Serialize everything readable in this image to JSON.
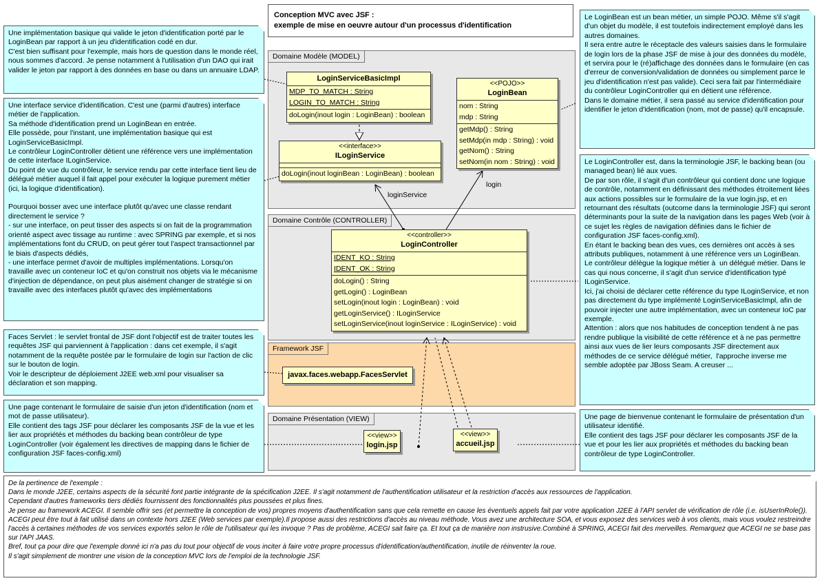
{
  "title": {
    "line1": "Conception MVC avec JSF :",
    "line2": "exemple de mise en oeuvre autour d'un processus d'identification"
  },
  "packages": {
    "model": "Domaine Modèle (MODEL)",
    "controller": "Domaine Contrôle (CONTROLLER)",
    "framework": "Framework JSF",
    "view": "Domaine Présentation (VIEW)"
  },
  "classes": {
    "login_service_impl": {
      "name": "LoginServiceBasicImpl",
      "attrs": [
        "MDP_TO_MATCH : String",
        "LOGIN_TO_MATCH : String"
      ],
      "ops": [
        "doLogin(inout login : LoginBean) : boolean"
      ]
    },
    "ilogin_service": {
      "stereotype": "<<interface>>",
      "name": "ILoginService",
      "ops": [
        "doLogin(inout loginBean : LoginBean) : boolean"
      ]
    },
    "login_bean": {
      "stereotype": "<<POJO>>",
      "name": "LoginBean",
      "attrs": [
        "nom : String",
        "mdp : String"
      ],
      "ops": [
        "getMdp() : String",
        "setMdp(in mdp : String) : void",
        "getNom() : String",
        "setNom(in nom : String) : void"
      ]
    },
    "login_controller": {
      "stereotype": "<<controller>>",
      "name": "LoginController",
      "attrs": [
        "IDENT_KO : String",
        "IDENT_OK : String"
      ],
      "ops": [
        "doLogin() : String",
        "getLogin() : LoginBean",
        "setLogin(inout login : LoginBean) : void",
        "getLoginService() : ILoginService",
        "setLoginService(inout loginService : ILoginService) : void"
      ]
    },
    "faces_servlet": {
      "name": "javax.faces.webapp.FacesServlet"
    },
    "login_jsp": {
      "stereotype": "<<view>>",
      "name": "login.jsp"
    },
    "accueil_jsp": {
      "stereotype": "<<view>>",
      "name": "accueil.jsp"
    }
  },
  "assoc_labels": {
    "login_service": "loginService",
    "login": "login"
  },
  "notes": {
    "impl": "Une implémentation basique qui valide le jeton d'identification porté par le LoginBean par rapport à un jeu d'identification codé en dur.\nC'est bien suffisant pour l'exemple, mais hors de question dans le monde réel, nous sommes d'accord. Je pense notamment à l'utilisation d'un DAO qui irait valider le jeton par rapport à des données en base ou dans un annuaire LDAP.",
    "interface": "Une interface service d'identification. C'est une (parmi d'autres) interface métier de l'application.\nSa méthode d'identification prend un LoginBean en entrée.\nElle possède, pour l'instant, une implémentation basique qui est LoginServiceBasicImpl.\nLe contrôleur LoginController détient une référence vers une implémentation de cette interface ILoginService.\nDu point de vue du contrôleur, le service rendu par cette interface tient lieu de délégué métier auquel il fait appel pour exécuter la logique purement métier (ici, la logique d'identification).\n\nPourquoi bosser avec une interface plutôt qu'avec une classe rendant directement le service ?\n- sur une interface, on peut tisser des aspects si on fait de la programmation orienté aspect avec tissage au runtime : avec SPRING par exemple, et si nos implémentations font du CRUD, on peut gérer tout l'aspect transactionnel par le biais d'aspects dédiés,\n- une interface permet d'avoir de multiples implémentations. Lorsqu'on travaille avec un conteneur IoC et qu'on construit nos objets via le mécanisme d'injection de dépendance, on peut plus aisément changer de stratégie si on travaille avec des interfaces plutôt qu'avec des implémentations",
    "servlet": "Faces Servlet : le servlet frontal de JSF dont l'objectif est de traiter toutes les requêtes JSF qui parviennent à l'application : dans cet exemple, il s'agit notamment de la requête postée par le formulaire de login sur l'action de clic sur le bouton de login.\nVoir le descripteur de déploiement J2EE web.xml pour visualiser sa déclaration et son mapping.",
    "login_page": "Une page contenant le formulaire de saisie d'un jeton d'identification (nom et mot de passe utilisateur).\nElle contient des tags JSF pour déclarer les composants JSF de la vue et les lier aux propriétés et méthodes du backing bean contrôleur de type LoginController (voir également les directives de mapping dans le fichier de configuration JSF faces-config.xml)",
    "bean": "Le LoginBean est un bean métier, un simple POJO. Même s'il s'agit d'un objet du modèle, il est toutefois indirectement employé dans les autres domaines.\nIl sera entre autre le réceptacle des valeurs saisies dans le formulaire de login lors de la phase JSF de mise à jour des données du modèle, et servira pour le (ré)affichage des données dans le formulaire (en cas d'erreur de conversion/validation de données ou simplement parce le jeu d'identification n'est pas valide). Ceci sera fait par l'intermédiaire du contrôleur LoginController qui en détient une référence.\nDans le domaine métier, il sera passé au service d'identification pour identifier le jeton d'identification (nom, mot de passe) qu'il encapsule.",
    "controller": "Le LoginController est, dans la terminologie JSF, le backing bean (ou managed bean) lié aux vues.\nDe par son rôle, il s'agit d'un contrôleur qui contient donc une logique de contrôle, notamment en définissant des méthodes étroitement liées aux actions possibles sur le formulaire de la vue login.jsp, et en retournant des résultats (outcome dans la terminologie JSF) qui seront déterminants pour la suite de la navigation dans les pages Web (voir à ce sujet les règles de navigation définies dans le fichier de configuration JSF faces-config.xml).\nEn étant le backing bean des vues, ces dernières ont accès à ses attributs publiques, notamment à une référence vers un LoginBean.\nLe contrôleur délègue la logique métier à  un délégué métier. Dans le cas qui nous concerne, il s'agit d'un service d'identification typé ILoginService.\nIci, j'ai choisi de déclarer cette référence du type ILoginService, et non pas directement du type implémenté LoginServiceBasicImpl, afin de pouvoir injecter une autre implémentation, avec un conteneur IoC par exemple.\nAttention : alors que nos habitudes de conception tendent à ne pas rendre publique la visibilité de cette référence et à ne pas permettre ainsi aux vues de lier leurs composants JSF directement aux méthodes de ce service délégué métier,  l'approche inverse me semble adoptée par JBoss Seam. A creuser ...",
    "welcome": "Une page de bienvenue contenant le formulaire de présentation d'un utilisateur identifié.\nElle contient des tags JSF pour déclarer les composants JSF de la vue et pour les lier aux propriétés et méthodes du backing bean contrôleur de type LoginController.",
    "bottom": [
      "De la pertinence de l'exemple :",
      "Dans le monde J2EE, certains aspects de la sécurité font partie intégrante de la spécification J2EE. Il s'agit notamment de l'authentification utilisateur et la restriction d'accès aux ressources de l'application.",
      "Cependant d'autres frameworks tiers dédiés fournissent des fonctionnalités plus poussées et plus fines.",
      "Je pense au framework ACEGI. Il semble offrir ses (et permettre la conception de vos) propres moyens d'authentification sans que cela remette en cause les éventuels appels fait par votre application J2EE à l'API servlet de vérification de rôle (i.e. isUserInRole()). ACEGI peut être tout à fait utilisé dans un contexte hors J2EE (Web services par exemple).Il propose aussi des restrictions d'accès au niveau méthode. Vous avez une architecture SOA, et vous exposez des services web à vos clients, mais vous voulez restreindre l'accès à certaines méthodes de vos services exportés selon le rôle de l'utilisateur qui les invoque ? Pas de problème, ACEGI sait faire ça. Et tout ça de manière non instrusive.Combiné à SPRING, ACEGI fait des merveilles. Remarquez que ACEGI ne se base pas sur l'API JAAS.",
      "Bref, tout ça pour dire que l'exemple donné ici n'a pas du tout pour objectif de vous inciter à faire votre propre processus d'identification/authentification, inutile de réinventer la roue.",
      "Il s'agit simplement de montrer une vision de la conception MVC lors de l'emploi de la technologie JSF."
    ]
  }
}
